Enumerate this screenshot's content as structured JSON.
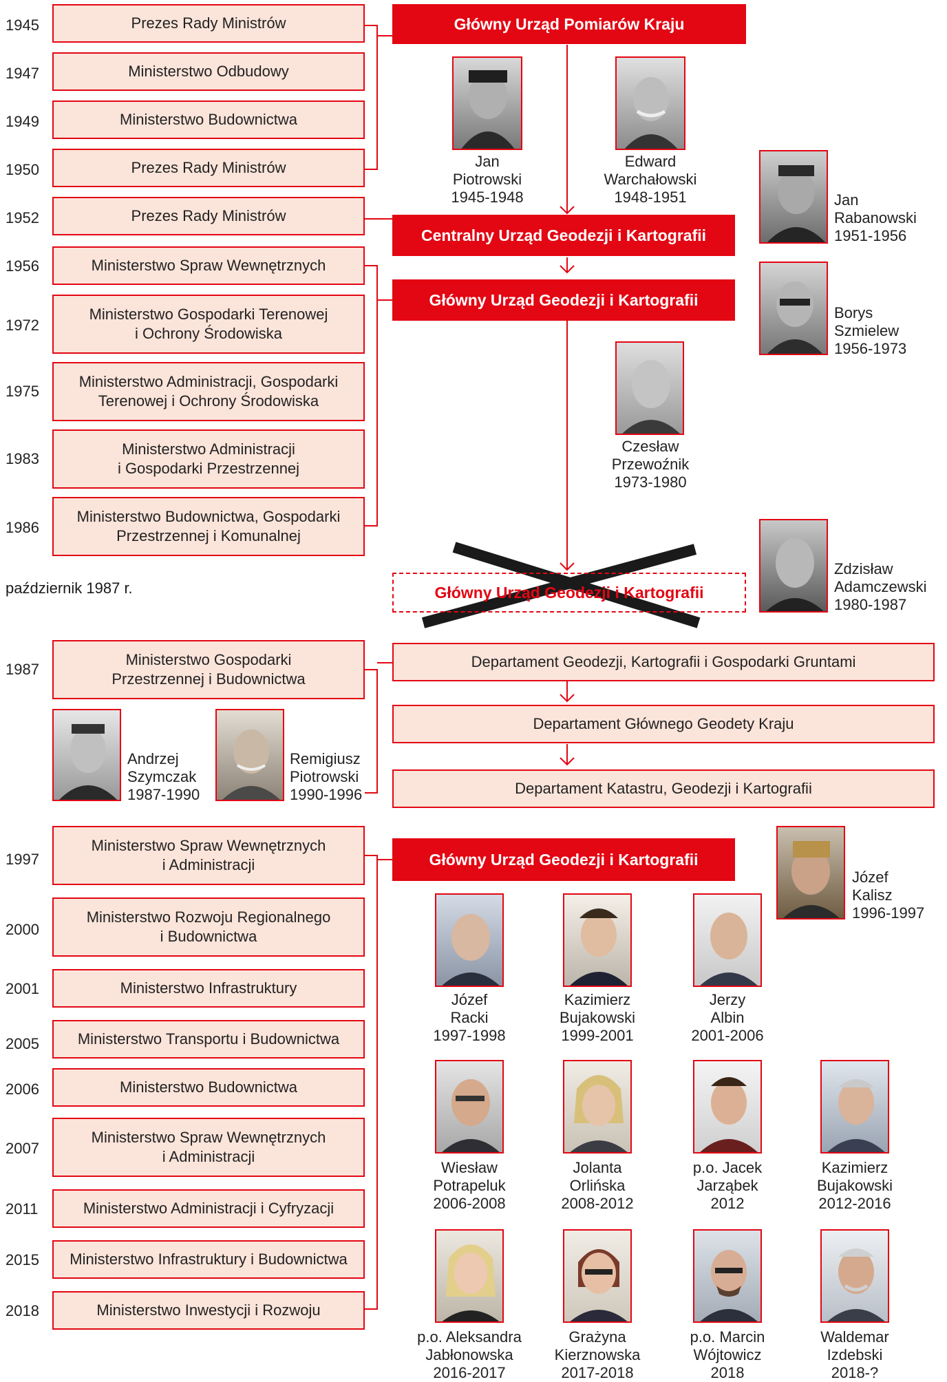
{
  "colors": {
    "accent": "#e30613",
    "box_fill": "#fbe4da"
  },
  "years_top": [
    "1945",
    "1947",
    "1949",
    "1950",
    "1952",
    "1956",
    "1972",
    "1975",
    "1983",
    "1986"
  ],
  "ministries_top": [
    "Prezes Rady Ministrów",
    "Ministerstwo Odbudowy",
    "Ministerstwo Budownictwa",
    "Prezes Rady Ministrów",
    "Prezes Rady Ministrów",
    "Ministerstwo Spraw Wewnętrznych",
    "Ministerstwo Gospodarki Terenowej\ni Ochrony Środowiska",
    "Ministerstwo Administracji, Gospodarki\nTerenowej i Ochrony Środowiska",
    "Ministerstwo Administracji\ni Gospodarki Przestrzennej",
    "Ministerstwo Budownictwa, Gospodarki\nPrzestrzennej i Komunalnej"
  ],
  "offices": {
    "gupk": "Główny Urząd Pomiarów Kraju",
    "cugik": "Centralny Urząd Geodezji i Kartografii",
    "gugik1": "Główny Urząd Geodezji i Kartografii",
    "gugik_crossed": "Główny Urząd Geodezji i Kartografii",
    "gugik2": "Główny Urząd Geodezji i Kartografii"
  },
  "october_note": "październik 1987 r.",
  "heads_top": [
    {
      "first": "Jan",
      "last": "Piotrowski",
      "years": "1945-1948"
    },
    {
      "first": "Edward",
      "last": "Warchałowski",
      "years": "1948-1951"
    },
    {
      "first": "Jan",
      "last": "Rabanowski",
      "years": "1951-1956"
    },
    {
      "first": "Borys",
      "last": "Szmielew",
      "years": "1956-1973"
    },
    {
      "first": "Czesław",
      "last": "Przewoźnik",
      "years": "1973-1980"
    },
    {
      "first": "Zdzisław",
      "last": "Adamczewski",
      "years": "1980-1987"
    }
  ],
  "year_1987": "1987",
  "ministry_1987": "Ministerstwo Gospodarki\nPrzestrzennej i Budownictwa",
  "departments": [
    "Departament Geodezji, Kartografii i Gospodarki Gruntami",
    "Departament Głównego Geodety Kraju",
    "Departament Katastru, Geodezji i Kartografii"
  ],
  "heads_mid": [
    {
      "first": "Andrzej",
      "last": "Szymczak",
      "years": "1987-1990"
    },
    {
      "first": "Remigiusz",
      "last": "Piotrowski",
      "years": "1990-1996"
    }
  ],
  "years_bottom": [
    "1997",
    "2000",
    "2001",
    "2005",
    "2006",
    "2007",
    "2011",
    "2015",
    "2018"
  ],
  "ministries_bottom": [
    "Ministerstwo Spraw Wewnętrznych\ni Administracji",
    "Ministerstwo Rozwoju Regionalnego\ni Budownictwa",
    "Ministerstwo Infrastruktury",
    "Ministerstwo Transportu i Budownictwa",
    "Ministerstwo Budownictwa",
    "Ministerstwo Spraw Wewnętrznych\ni Administracji",
    "Ministerstwo Administracji i Cyfryzacji",
    "Ministerstwo Infrastruktury i Budownictwa",
    "Ministerstwo Inwestycji i Rozwoju"
  ],
  "head_kalisz": {
    "first": "Józef",
    "last": "Kalisz",
    "years": "1996-1997"
  },
  "heads_bottom": [
    {
      "first": "Józef",
      "last": "Racki",
      "years": "1997-1998"
    },
    {
      "first": "Kazimierz",
      "last": "Bujakowski",
      "years": "1999-2001"
    },
    {
      "first": "Jerzy",
      "last": "Albin",
      "years": "2001-2006"
    },
    {
      "first": "Wiesław",
      "last": "Potrapeluk",
      "years": "2006-2008"
    },
    {
      "first": "Jolanta",
      "last": "Orlińska",
      "years": "2008-2012"
    },
    {
      "first": "p.o. Jacek",
      "last": "Jarząbek",
      "years": "2012"
    },
    {
      "first": "Kazimierz",
      "last": "Bujakowski",
      "years": "2012-2016"
    },
    {
      "first": "p.o. Aleksandra",
      "last": "Jabłonowska",
      "years": "2016-2017"
    },
    {
      "first": "Grażyna",
      "last": "Kierznowska",
      "years": "2017-2018"
    },
    {
      "first": "p.o. Marcin",
      "last": "Wójtowicz",
      "years": "2018"
    },
    {
      "first": "Waldemar",
      "last": "Izdebski",
      "years": "2018-?"
    }
  ]
}
